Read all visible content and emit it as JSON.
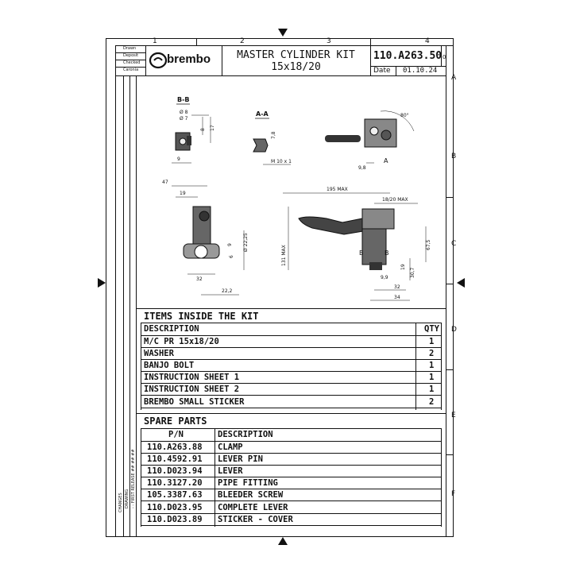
{
  "zones": {
    "top": [
      "1",
      "2",
      "3",
      "4"
    ],
    "right": [
      "A",
      "B",
      "C",
      "D",
      "E",
      "F"
    ]
  },
  "title_block": {
    "labels": [
      "Drawn",
      "Deposit",
      "Checked",
      "Caronia"
    ],
    "brand": "brembo",
    "title_line1": "MASTER CYLINDER KIT",
    "title_line2": "15x18/20",
    "code": "110.A263.50",
    "code_suffix": "0",
    "date_label": "Date",
    "date_value": "01.10.24"
  },
  "left_margin": {
    "changes_label": "CHANGES",
    "drawing_label": "DRAWING",
    "first_release": "FIRST RELEASE",
    "note": "- - FIRST RELEASE ## ## ##"
  },
  "drawing": {
    "section_bb": "B-B",
    "section_aa": "A-A",
    "dims": {
      "d8": "Ø 8",
      "d7": "Ø 7",
      "v8": "8",
      "v17": "17",
      "v9": "9",
      "v78": "7,8",
      "m10": "M 10 x 1",
      "angle": "80°",
      "v98": "9,8",
      "label_a": "A",
      "v47": "47",
      "v19": "19",
      "v6": "6",
      "v9b": "9",
      "d2225": "Ø 22,25",
      "v32": "32",
      "v222": "22,2",
      "v195": "195 MAX",
      "v1820": "18/20 MAX",
      "v131": "131 MAX",
      "v675": "67,5",
      "v19b": "19",
      "v307": "30,7",
      "v99": "9,9",
      "v32b": "32",
      "v34": "34",
      "label_b": "B"
    }
  },
  "kit": {
    "title": "ITEMS INSIDE THE KIT",
    "headers": [
      "DESCRIPTION",
      "QTY"
    ],
    "rows": [
      {
        "desc": "M/C PR 15x18/20",
        "qty": "1"
      },
      {
        "desc": "WASHER",
        "qty": "2"
      },
      {
        "desc": "BANJO BOLT",
        "qty": "1"
      },
      {
        "desc": "INSTRUCTION SHEET 1",
        "qty": "1"
      },
      {
        "desc": "INSTRUCTION SHEET 2",
        "qty": "1"
      },
      {
        "desc": "BREMBO SMALL STICKER",
        "qty": "2"
      }
    ]
  },
  "spares": {
    "title": "SPARE PARTS",
    "headers": [
      "P/N",
      "DESCRIPTION"
    ],
    "rows": [
      {
        "pn": "110.A263.88",
        "desc": "CLAMP"
      },
      {
        "pn": "110.4592.91",
        "desc": "LEVER PIN"
      },
      {
        "pn": "110.D023.94",
        "desc": "LEVER"
      },
      {
        "pn": "110.3127.20",
        "desc": "PIPE FITTING"
      },
      {
        "pn": "105.3387.63",
        "desc": "BLEEDER SCREW"
      },
      {
        "pn": "110.D023.95",
        "desc": "COMPLETE LEVER"
      },
      {
        "pn": "110.D023.89",
        "desc": "STICKER - COVER"
      }
    ]
  }
}
